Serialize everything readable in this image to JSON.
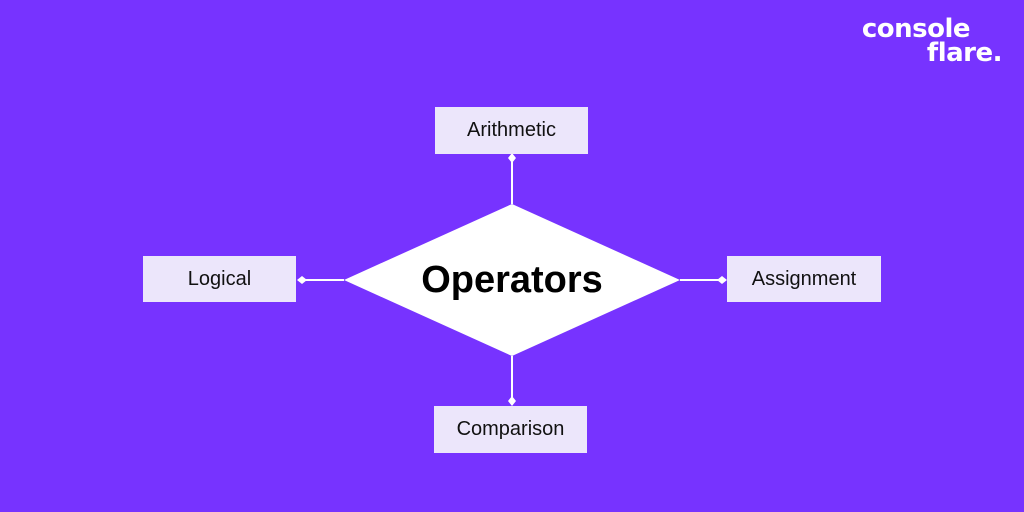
{
  "background_color": "#7733FF",
  "brand": {
    "line1": "console",
    "line2": "flare."
  },
  "diagram": {
    "center": {
      "label": "Operators",
      "color": "#FFFFFF"
    },
    "nodes": {
      "top": {
        "label": "Arithmetic"
      },
      "left": {
        "label": "Logical"
      },
      "right": {
        "label": "Assignment"
      },
      "bottom": {
        "label": "Comparison"
      }
    },
    "node_fill": "#ECE6FB",
    "connector_color": "#FFFFFF"
  }
}
